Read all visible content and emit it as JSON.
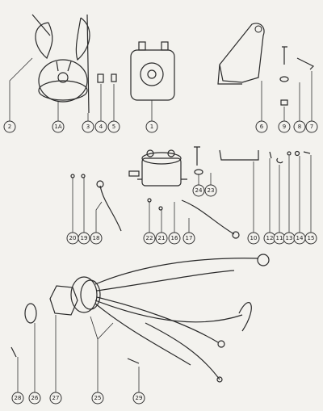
{
  "callouts": [
    "2",
    "1A",
    "3",
    "4",
    "5",
    "1",
    "6",
    "9",
    "8",
    "7",
    "24",
    "23",
    "10",
    "12",
    "11",
    "13",
    "14",
    "15",
    "20",
    "19",
    "18",
    "22",
    "21",
    "16",
    "17",
    "28",
    "26",
    "27",
    "25",
    "29"
  ]
}
